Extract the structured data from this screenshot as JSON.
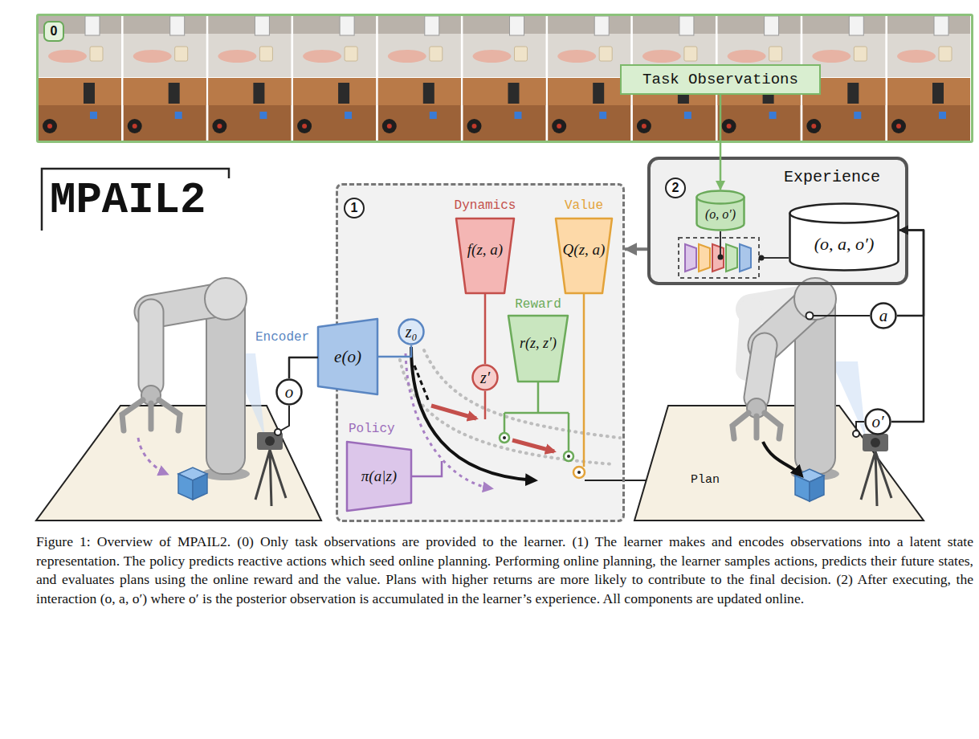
{
  "diagram": {
    "title": "MPAIL2",
    "caption": "Figure 1: Overview of MPAIL2. (0) Only task observations are provided to the learner. (1) The learner makes and encodes observations into a latent state representation. The policy predicts reactive actions which seed online planning. Performing online planning, the learner samples actions, predicts their future states, and evaluates plans using the online reward and the value. Plans with higher returns are more likely to contribute to the final decision. (2) After executing, the interaction (o, a, o′) where o′ is the posterior observation is accumulated in the learner’s experience. All components are updated online.",
    "nodes": [
      {
        "text": [
          "0"
        ]
      },
      {
        "text": [
          "Task Observations"
        ],
        "in": 0
      },
      {
        "text": [
          "2",
          "Experience"
        ]
      },
      {
        "text": [
          "(o, o′)"
        ],
        "in": 2
      },
      {
        "text": [
          "(o, a, o′)"
        ],
        "in": 2
      },
      {
        "text": [
          "1"
        ]
      },
      {
        "text": [
          "Dynamics",
          "f(z, a)"
        ],
        "in": 5
      },
      {
        "text": [
          "Value",
          "Q(z, a)"
        ],
        "in": 5
      },
      {
        "text": [
          "z₀"
        ],
        "in": 5
      },
      {
        "text": [
          "Reward",
          "r(z, z′)"
        ],
        "in": 5
      },
      {
        "text": [
          "z′"
        ],
        "in": 5
      },
      {
        "text": [
          "Policy",
          "π(a|z)"
        ],
        "in": 5
      },
      {
        "text": [
          "Encoder",
          "e(o)"
        ]
      },
      {
        "text": [
          "o"
        ]
      },
      {
        "text": [
          "a"
        ]
      },
      {
        "text": [
          "o′"
        ]
      }
    ],
    "edges": [
      {
        "from": 1,
        "to": 3,
        "arrow": "to"
      },
      {
        "from": 2,
        "to": 5,
        "arrow": "to"
      },
      {
        "from": 13,
        "to": 12,
        "arrow": "none"
      },
      {
        "from": 12,
        "to": 8,
        "arrow": "none"
      },
      {
        "from": 6,
        "to": 10,
        "arrow": "none"
      },
      {
        "from": 14,
        "to": 4,
        "arrow": "to"
      },
      {
        "from": 15,
        "to": 4,
        "arrow": "to"
      }
    ],
    "labels": [
      "Plan"
    ]
  }
}
